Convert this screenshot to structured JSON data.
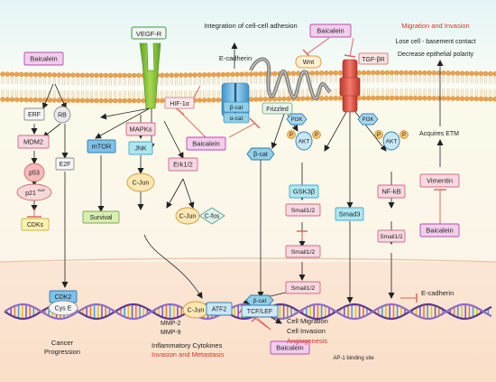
{
  "top_labels": {
    "integration": "Integration of cell-cell adhesion",
    "ecadherin_top": "E-cadherin",
    "migration_invasion": "Migration and Invasion",
    "lose_contact": "Lose cell - basement contact",
    "decrease_polarity": "Decrease epithelial polarity",
    "acquires_etm": "Acquires ETM"
  },
  "receptors": {
    "vegfr": "VEGF-R",
    "tgfbr": "TGF-βR",
    "wnt": "Wnt",
    "frizzled": "Frizzled",
    "hif": "HIF-1α",
    "bcat_mem": "β-cat",
    "acat": "α-cat"
  },
  "baicalein": {
    "label": "Baicalein"
  },
  "nodes": {
    "erf": "ERF",
    "rb": "RB",
    "mdm2": "MDM2",
    "p53": "p53",
    "p21": "p21",
    "p21_sup": "WAF",
    "cdks": "CDKs",
    "e2f": "E2F",
    "mtor": "mTOR",
    "survival": "Survival",
    "mapks": "MAPKs",
    "jnk": "JNK",
    "cjun1": "C-Jun",
    "erk": "Erk1/2",
    "cjun2": "C-Jun",
    "cfos": "C-fos",
    "bcat_cyt": "β-cat",
    "gsk": "GSK3β",
    "smad3": "Smad3",
    "nfkb": "NF-kB",
    "vimentin": "Vimentin",
    "akt1": "AKT",
    "akt2": "AKT",
    "pi3k1": "PI3K",
    "pi3k2": "PI3K",
    "p": "P",
    "snail1": "Smail1/2",
    "snail2": "Smail1/2",
    "snail3": "Smail1/2",
    "snail4": "Smail1/2"
  },
  "nucleus": {
    "cdk2": "CDK2",
    "cyse": "Cys E",
    "cjun": "C-Jun",
    "atf2": "ATF2",
    "bcat": "β-cat",
    "tcf": "TCF/LEF",
    "ecadherin": "E-cadherin",
    "cancer": "Cancer",
    "progression": "Progression",
    "mmp2": "MMP-2",
    "mmp9": "MMP-9",
    "inflam": "Inflammatory Cytokines",
    "invasion_meta": "Invasion and Metastasis",
    "cell_migration": "Cell Migration",
    "cell_invasion": "Cell Invasion",
    "angiogenesis": "Angiogenesis",
    "ap1": "AP-1 binding site"
  },
  "colors": {
    "baicalein_fill": "#f4cdee",
    "baicalein_stroke": "#b24fa8",
    "red_text": "#d8302a",
    "membrane_head": "#e9a24c",
    "receptor_green": "#86c232",
    "receptor_red": "#e8564a",
    "box_gray": "#f5f5f5",
    "box_pink": "#f8d8e0",
    "box_blue": "#7fc1e8",
    "box_cyan": "#aee7f2",
    "box_yellow": "#fbf2b0",
    "box_green": "#d7efb0",
    "inhibit": "#d9605a"
  }
}
